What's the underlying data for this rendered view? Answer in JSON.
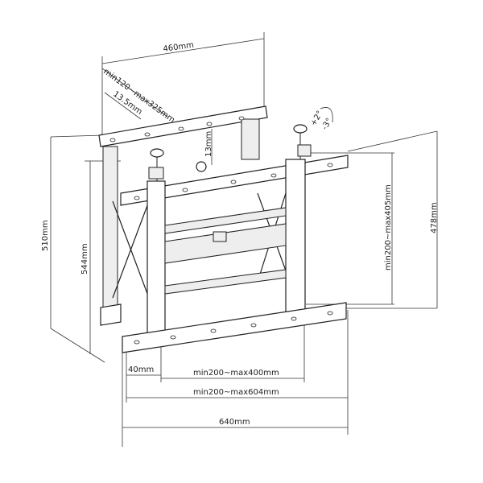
{
  "dimensions": {
    "overall_depth": "460mm",
    "depth_range": "min120~max325mm",
    "micro_adjust": "13.5mm",
    "vertical_micro": "13mm",
    "tilt_plus": "+2°",
    "tilt_minus": "-3°",
    "wall_plate_height": "510mm",
    "total_height": "544mm",
    "frame_height": "478mm",
    "vertical_vesa": "min200~max405mm",
    "edge_offset": "40mm",
    "horizontal_vesa_inner": "min200~max400mm",
    "horizontal_vesa_outer": "min200~max604mm",
    "total_width": "640mm"
  }
}
